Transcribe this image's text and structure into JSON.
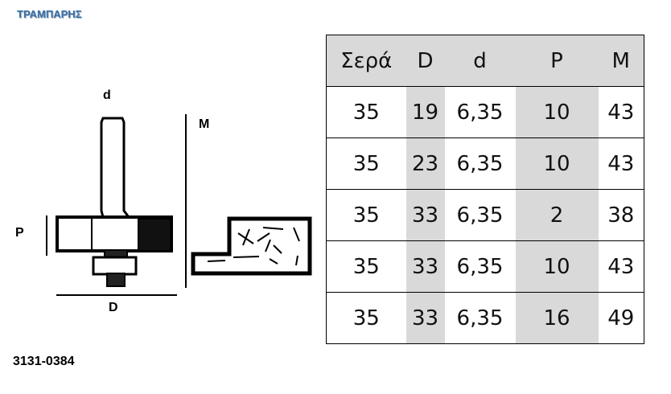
{
  "brand": "ΤΡΑΜΠΑΡΗΣ",
  "diagram": {
    "label_d": "d",
    "label_M": "M",
    "label_P": "P",
    "label_D": "D"
  },
  "product_code": "3131-0384",
  "table": {
    "headers": [
      "Σερά",
      "D",
      "d",
      "P",
      "M"
    ],
    "rows": [
      [
        "35",
        "19",
        "6,35",
        "10",
        "43"
      ],
      [
        "35",
        "23",
        "6,35",
        "10",
        "43"
      ],
      [
        "35",
        "33",
        "6,35",
        "2",
        "38"
      ],
      [
        "35",
        "33",
        "6,35",
        "10",
        "43"
      ],
      [
        "35",
        "33",
        "6,35",
        "16",
        "49"
      ]
    ]
  }
}
